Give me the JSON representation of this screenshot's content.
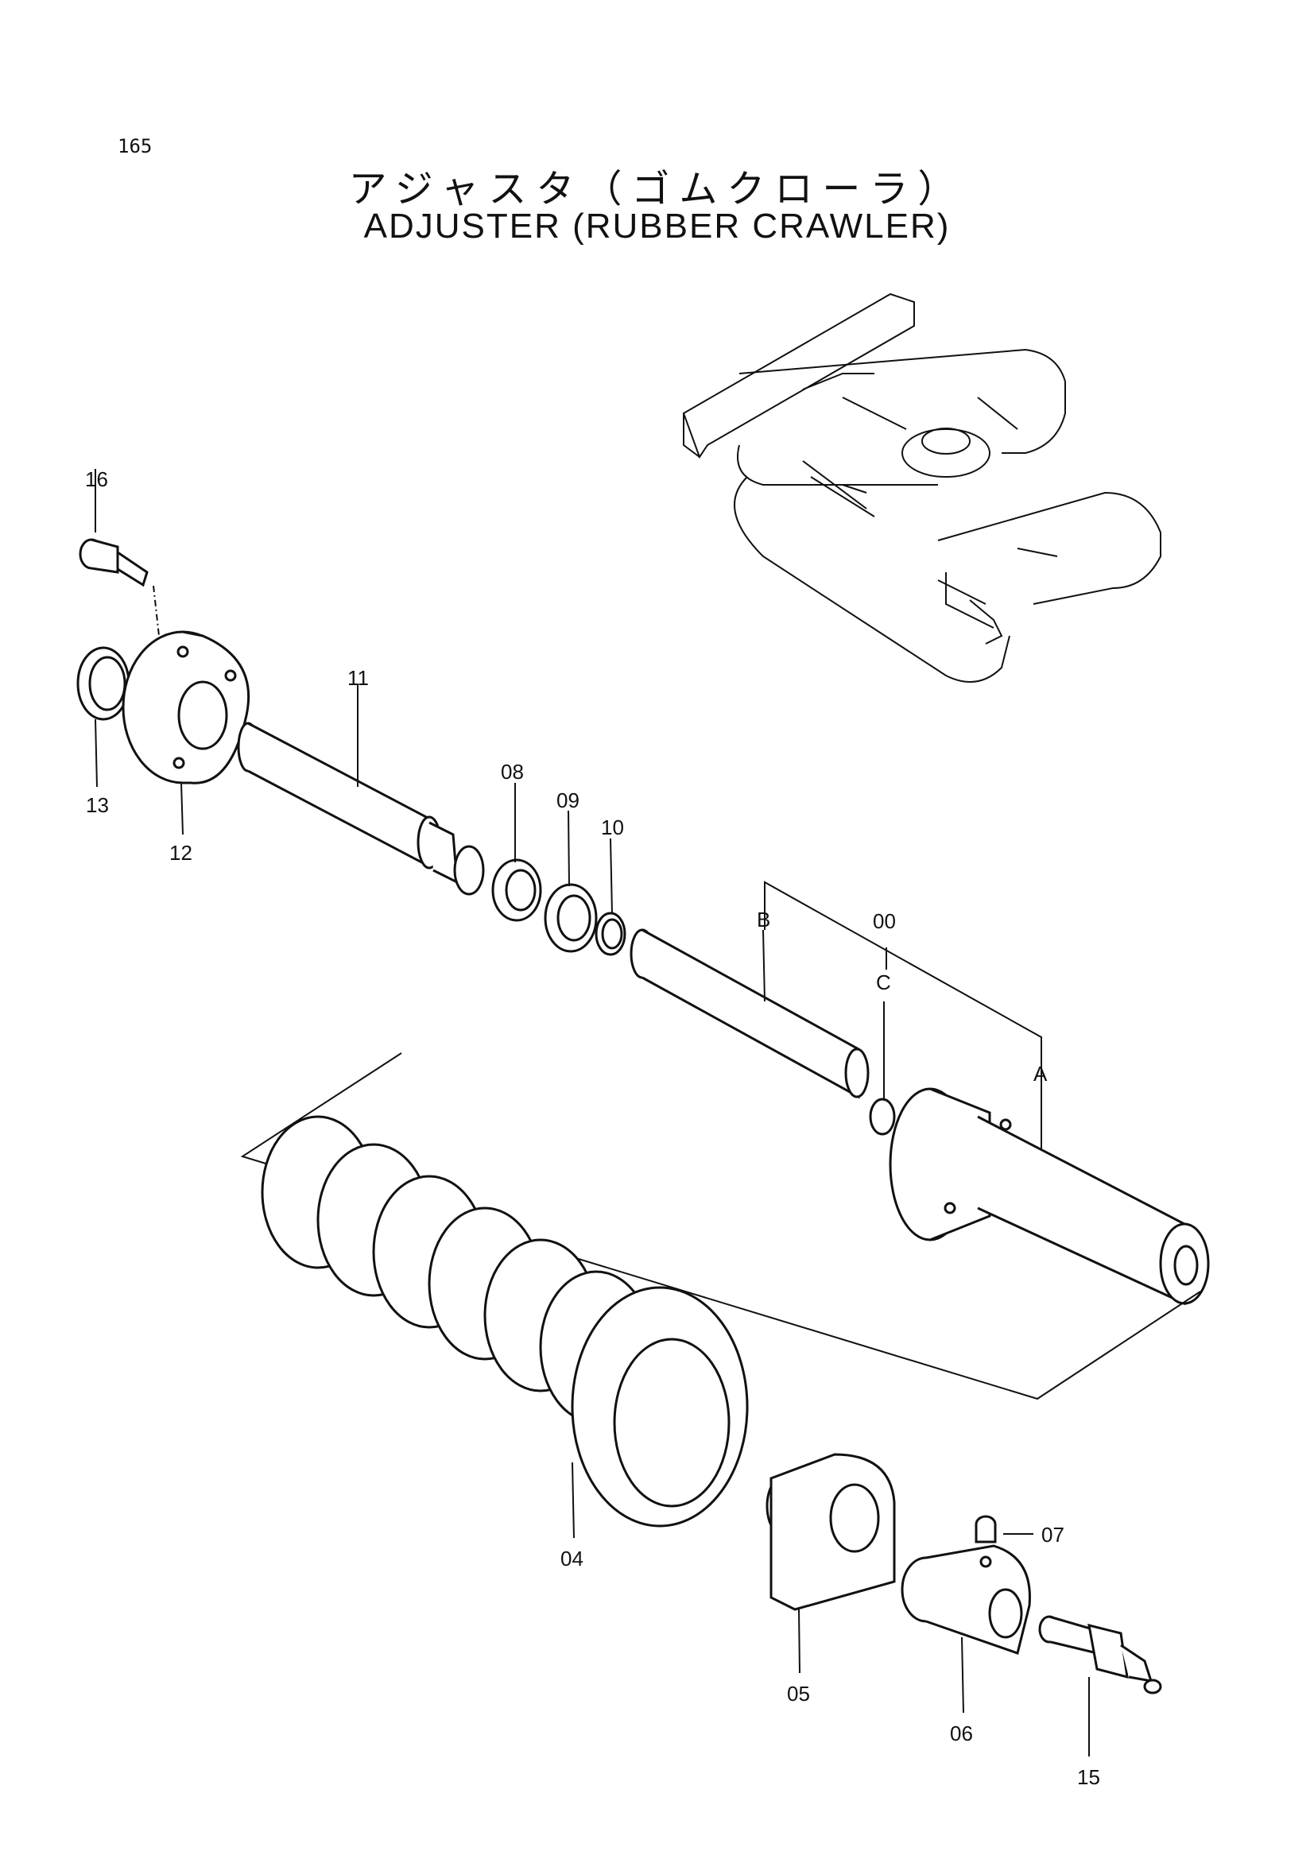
{
  "page": {
    "number": "165"
  },
  "title": {
    "japanese": "アジャスタ（ゴムクローラ）",
    "english": "ADJUSTER (RUBBER CRAWLER)"
  },
  "callouts": [
    {
      "id": "16",
      "text": "16"
    },
    {
      "id": "13",
      "text": "13"
    },
    {
      "id": "12",
      "text": "12"
    },
    {
      "id": "11",
      "text": "11"
    },
    {
      "id": "08",
      "text": "08"
    },
    {
      "id": "09",
      "text": "09"
    },
    {
      "id": "10",
      "text": "10"
    },
    {
      "id": "B",
      "text": "B"
    },
    {
      "id": "00",
      "text": "00"
    },
    {
      "id": "C",
      "text": "C"
    },
    {
      "id": "A",
      "text": "A"
    },
    {
      "id": "04",
      "text": "04"
    },
    {
      "id": "05",
      "text": "05"
    },
    {
      "id": "06",
      "text": "06"
    },
    {
      "id": "07",
      "text": "07"
    },
    {
      "id": "15",
      "text": "15"
    }
  ]
}
